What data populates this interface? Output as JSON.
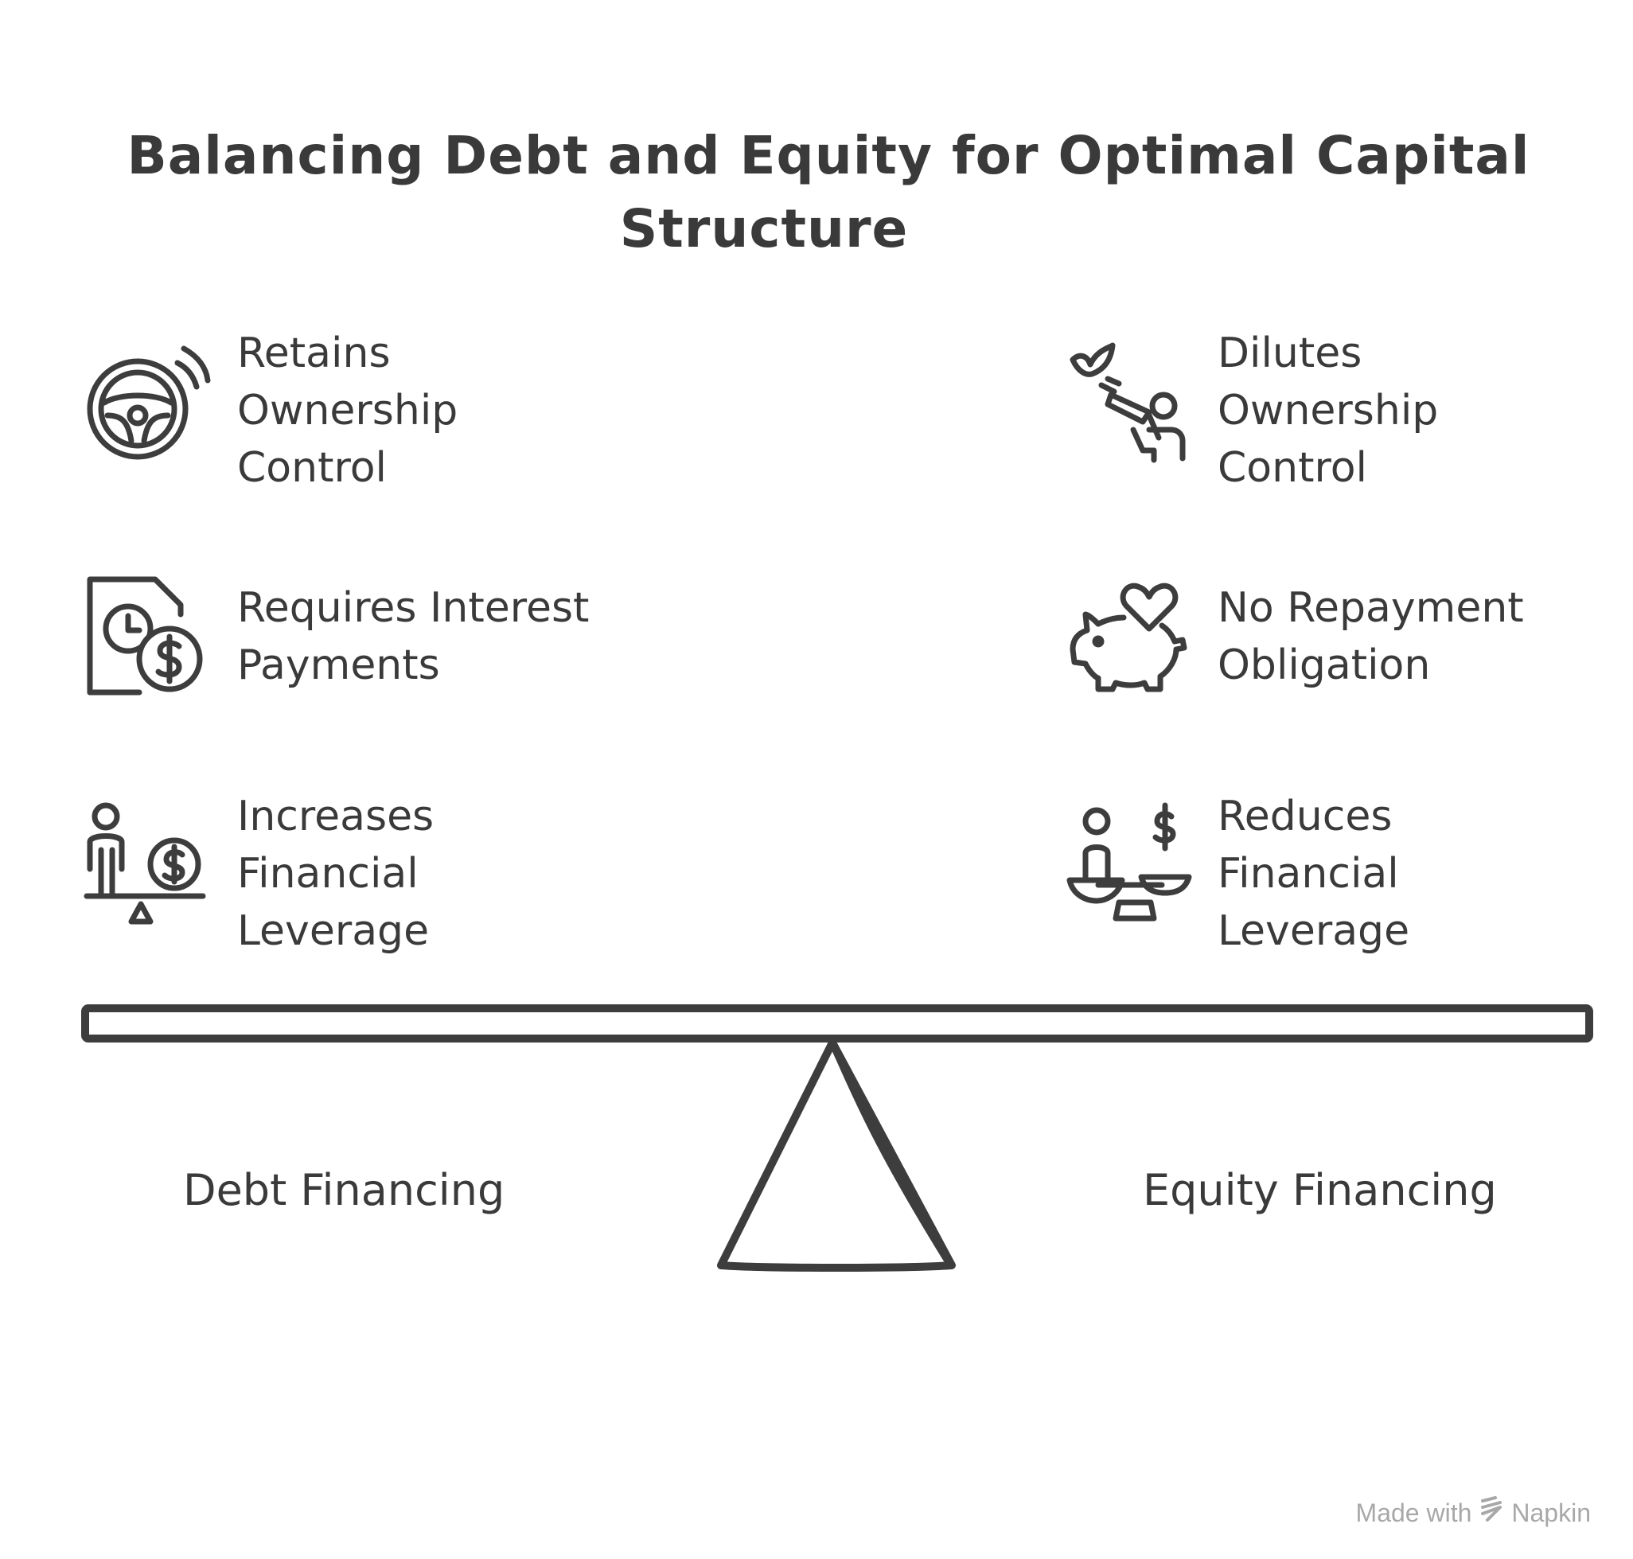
{
  "title": {
    "line1": "Balancing Debt and Equity for Optimal Capital",
    "line2": "Structure"
  },
  "left": {
    "label": "Debt Financing",
    "items": [
      {
        "lines": [
          "Retains",
          "Ownership",
          "Control"
        ],
        "icon": "steering-wheel-icon"
      },
      {
        "lines": [
          "Requires Interest",
          "Payments"
        ],
        "icon": "clock-dollar-document-icon"
      },
      {
        "lines": [
          "Increases",
          "Financial",
          "Leverage"
        ],
        "icon": "person-dollar-balance-icon"
      }
    ]
  },
  "right": {
    "label": "Equity Financing",
    "items": [
      {
        "lines": [
          "Dilutes",
          "Ownership",
          "Control"
        ],
        "icon": "person-watering-plant-icon"
      },
      {
        "lines": [
          "No Repayment",
          "Obligation"
        ],
        "icon": "piggy-bank-heart-icon"
      },
      {
        "lines": [
          "Reduces",
          "Financial",
          "Leverage"
        ],
        "icon": "person-scale-dollar-icon"
      }
    ]
  },
  "watermark": {
    "prefix": "Made with",
    "brand": "Napkin"
  },
  "colors": {
    "ink": "#3d3d3d",
    "watermark": "#a8a8a8",
    "background": "#ffffff"
  }
}
